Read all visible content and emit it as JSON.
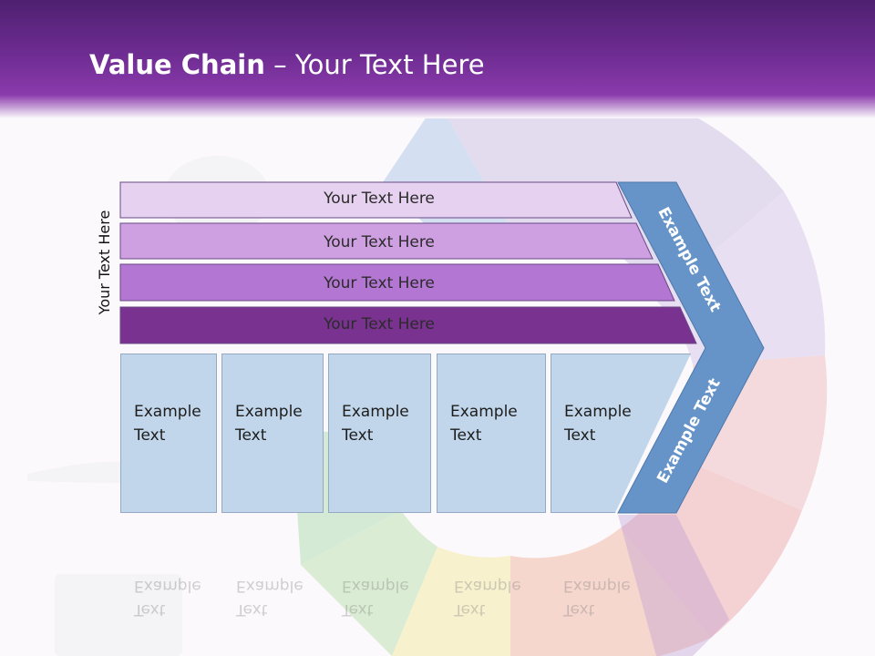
{
  "header": {
    "title_bold": "Value Chain",
    "title_sep": " – ",
    "title_rest": "Your Text Here"
  },
  "vertical_label": "Your Text Here",
  "bands": [
    {
      "label": "Your Text Here",
      "color": "#e6d2f0"
    },
    {
      "label": "Your Text Here",
      "color": "#cfa0e1"
    },
    {
      "label": "Your Text Here",
      "color": "#b376d3"
    },
    {
      "label": "Your Text Here",
      "color": "#79328f"
    }
  ],
  "boxes": [
    {
      "line1": "Example",
      "line2": "Text"
    },
    {
      "line1": "Example",
      "line2": "Text"
    },
    {
      "line1": "Example",
      "line2": "Text"
    },
    {
      "line1": "Example",
      "line2": "Text"
    },
    {
      "line1": "Example",
      "line2": "Text"
    }
  ],
  "arrow": {
    "upper_label": "Example Text",
    "lower_label": "Example Text",
    "color": "#6694c8"
  },
  "colors": {
    "header": "#6d2c91",
    "box_fill": "#c1d6ea",
    "box_border": "#93a9c4"
  }
}
